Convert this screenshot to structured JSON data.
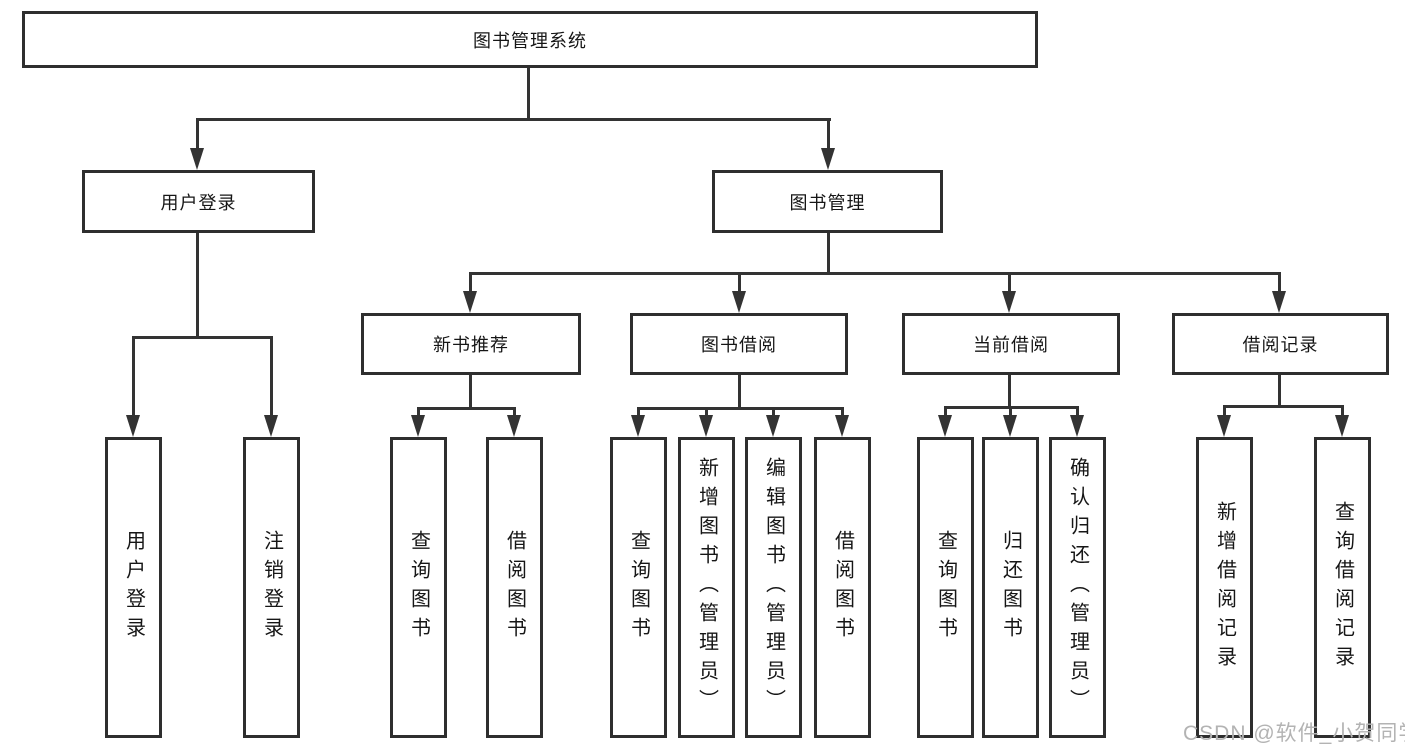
{
  "watermark": "CSDN @软件_小贺同学",
  "colors": {
    "line": "#333333",
    "box_border": "#2e2e2e",
    "text": "#161616",
    "watermark": "#b3b3b3",
    "background": "#ffffff"
  },
  "tree": {
    "root": {
      "label": "图书管理系统"
    },
    "branches": [
      {
        "label": "用户登录",
        "children": [
          {
            "label": "用户登录"
          },
          {
            "label": "注销登录"
          }
        ]
      },
      {
        "label": "图书管理",
        "groups": [
          {
            "label": "新书推荐",
            "children": [
              {
                "label": "查询图书"
              },
              {
                "label": "借阅图书"
              }
            ]
          },
          {
            "label": "图书借阅",
            "children": [
              {
                "label": "查询图书"
              },
              {
                "label": "新增图书（管理员）"
              },
              {
                "label": "编辑图书（管理员）"
              },
              {
                "label": "借阅图书"
              }
            ]
          },
          {
            "label": "当前借阅",
            "children": [
              {
                "label": "查询图书"
              },
              {
                "label": "归还图书"
              },
              {
                "label": "确认归还（管理员）"
              }
            ]
          },
          {
            "label": "借阅记录",
            "children": [
              {
                "label": "新增借阅记录"
              },
              {
                "label": "查询借阅记录"
              }
            ]
          }
        ]
      }
    ]
  }
}
